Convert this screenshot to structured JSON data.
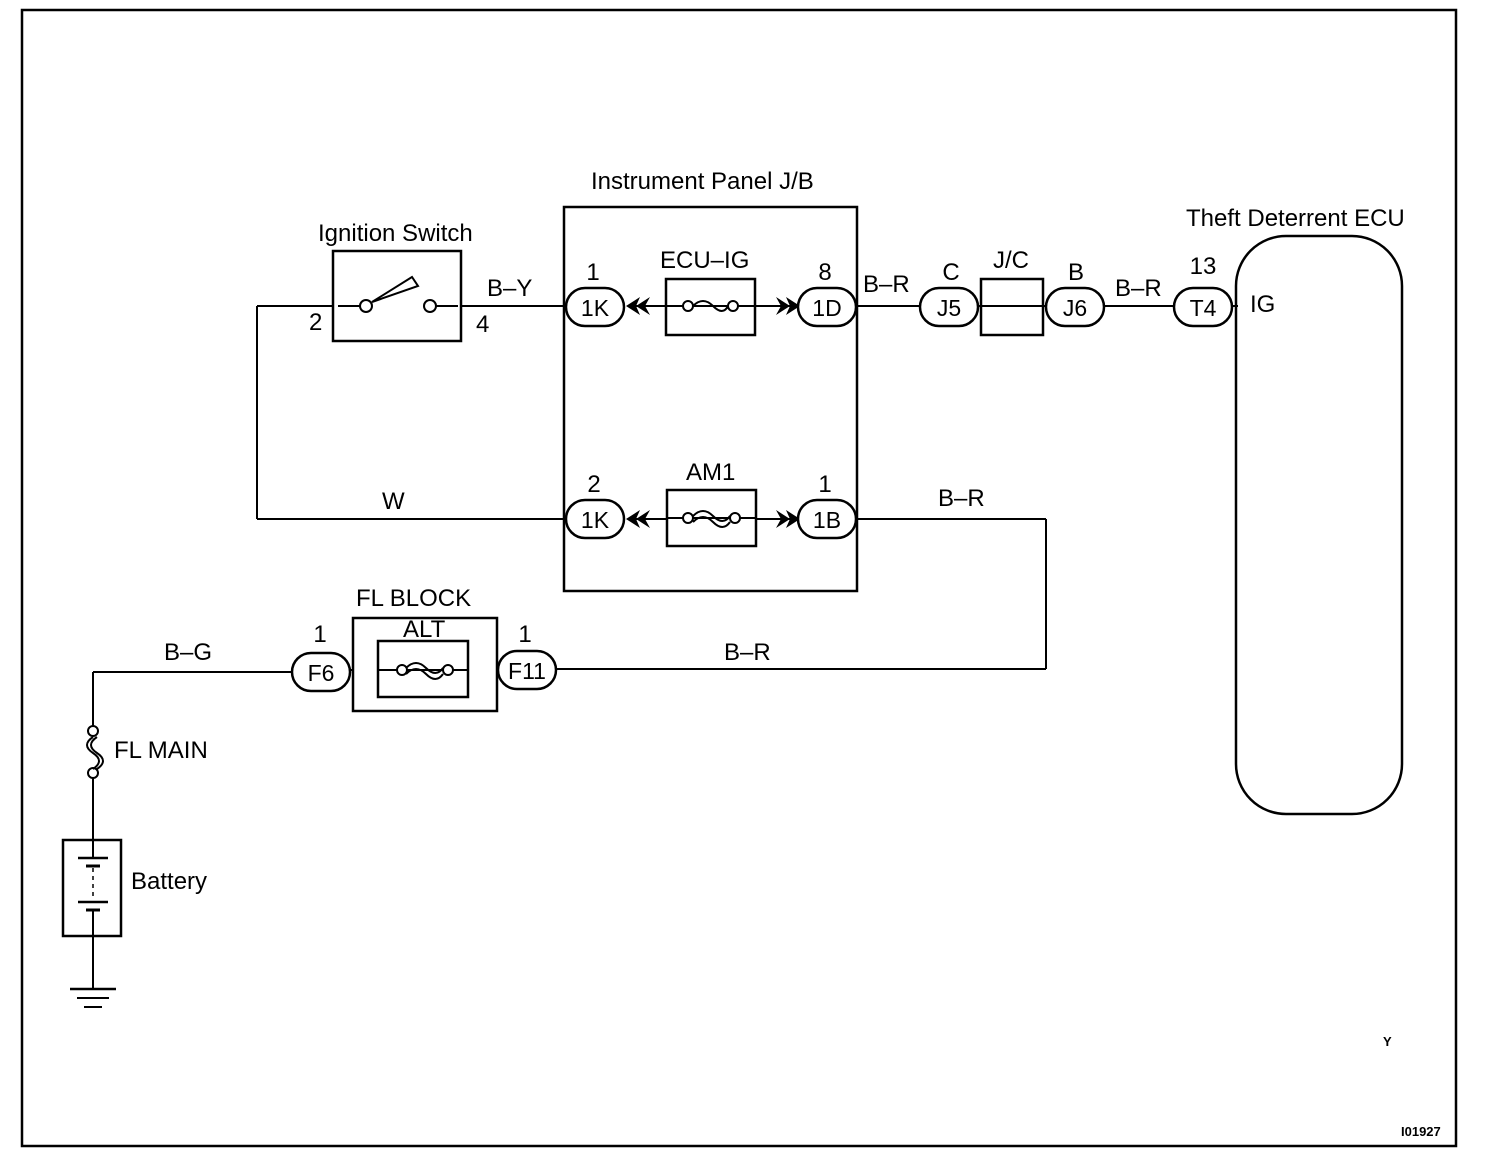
{
  "labels": {
    "ignition_switch": "Ignition Switch",
    "instrument_panel_jb": "Instrument Panel J/B",
    "theft_deterrent_ecu": "Theft Deterrent ECU",
    "ecu_ig_fuse": "ECU–IG",
    "am1_fuse": "AM1",
    "fl_block": "FL BLOCK",
    "alt_fuse": "ALT",
    "fl_main": "FL MAIN",
    "battery": "Battery",
    "jc": "J/C",
    "ig_terminal": "IG",
    "corner_mark": "Y",
    "figure_code": "I01927"
  },
  "wires": {
    "by": "B–Y",
    "w": "W",
    "br_1d_j5": "B–R",
    "br_j6_t4": "B–R",
    "br_1b": "B–R",
    "br_f11": "B–R",
    "bg": "B–G"
  },
  "pins": {
    "ign_2": "2",
    "ign_4": "4",
    "k1_top": "1",
    "d1_top": "8",
    "k2_top": "2",
    "b1_top": "1",
    "j5_top": "C",
    "j6_top": "B",
    "t4_top": "13",
    "f6_top": "1",
    "f11_top": "1"
  },
  "connectors": {
    "1k_top": "1K",
    "1d": "1D",
    "1k_bottom": "1K",
    "1b": "1B",
    "j5": "J5",
    "j6": "J6",
    "t4": "T4",
    "f6": "F6",
    "f11": "F11"
  }
}
